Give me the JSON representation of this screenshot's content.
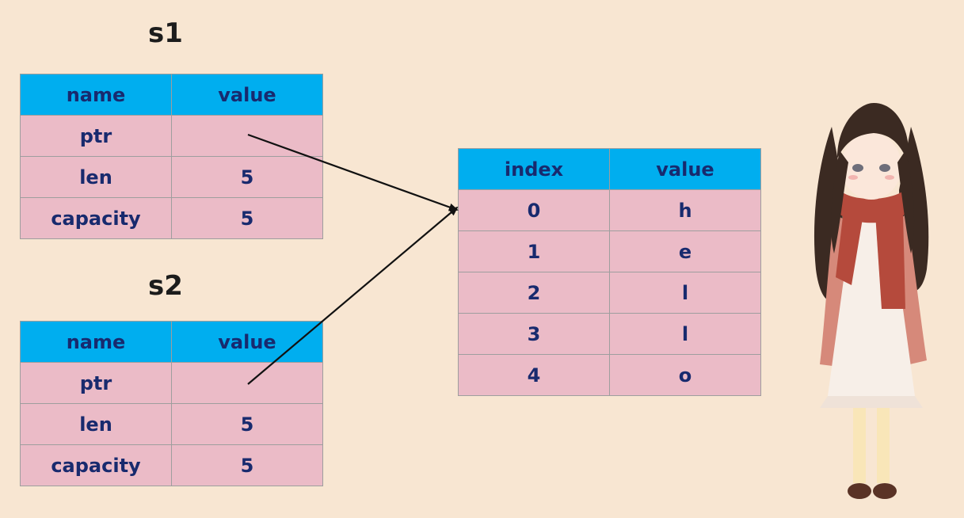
{
  "s1": {
    "label": "s1",
    "header": {
      "name": "name",
      "value": "value"
    },
    "rows": [
      {
        "name": "ptr",
        "value": ""
      },
      {
        "name": "len",
        "value": "5"
      },
      {
        "name": "capacity",
        "value": "5"
      }
    ]
  },
  "s2": {
    "label": "s2",
    "header": {
      "name": "name",
      "value": "value"
    },
    "rows": [
      {
        "name": "ptr",
        "value": ""
      },
      {
        "name": "len",
        "value": "5"
      },
      {
        "name": "capacity",
        "value": "5"
      }
    ]
  },
  "heap": {
    "header": {
      "index": "index",
      "value": "value"
    },
    "rows": [
      {
        "index": "0",
        "value": "h"
      },
      {
        "index": "1",
        "value": "e"
      },
      {
        "index": "2",
        "value": "l"
      },
      {
        "index": "3",
        "value": "l"
      },
      {
        "index": "4",
        "value": "o"
      }
    ]
  },
  "colors": {
    "background": "#f8e6d2",
    "header": "#00aeef",
    "cell": "#ebbbc7",
    "text": "#182a6e",
    "arrow": "#111111"
  },
  "illustration": {
    "name": "anime-girl-with-scarf"
  }
}
